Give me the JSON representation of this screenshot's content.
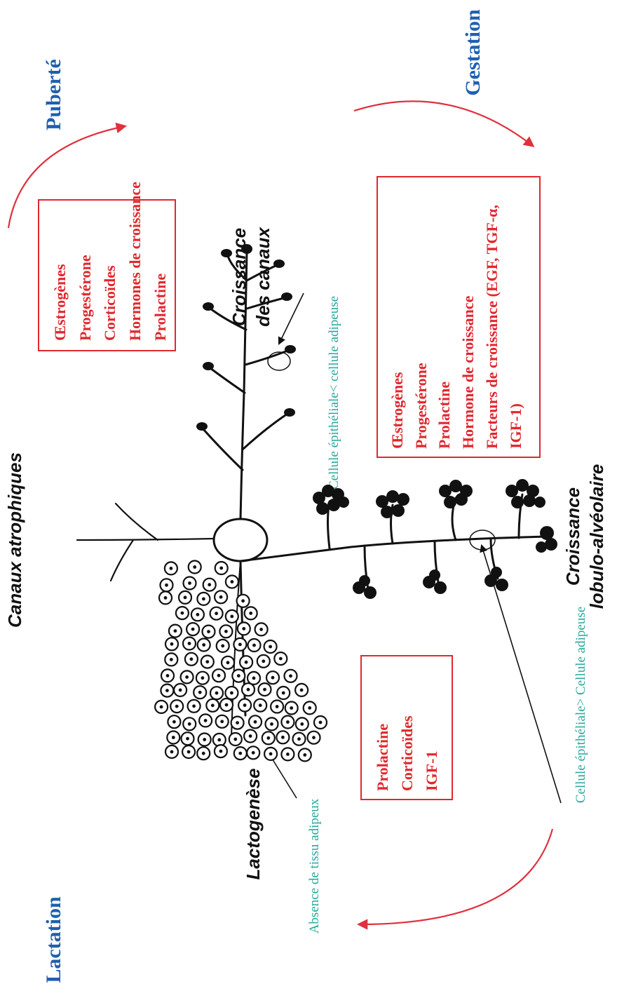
{
  "stages": {
    "puberte": "Puberté",
    "gestation": "Gestation",
    "lactation": "Lactation"
  },
  "structures": {
    "canaux_atrophiques": "Canaux atrophiques",
    "croissance_canaux_1": "Croissance",
    "croissance_canaux_2": "des canaux",
    "croissance_lobulo_1": "Croissance",
    "croissance_lobulo_2": "lobulo-alvéolaire",
    "lactogenese": "Lactogenèse"
  },
  "hormones": {
    "puberte": [
      "Œstrogènes",
      "Progestérone",
      "Corticoïdes",
      "Hormones de croissance",
      "Prolactine"
    ],
    "gestation": [
      "Œstrogènes",
      "Progestérone",
      "Prolactine",
      "Hormone de croissance",
      "Facteurs de croissance (EGF, TGF-α,",
      "IGF-1)"
    ],
    "lactation": [
      "Prolactine",
      "Corticoïdes",
      "IGF-1"
    ]
  },
  "notes": {
    "canaux": "Cellule épithéliale< cellule adipeuse",
    "lobulo": "Cellule épithéliale> Cellule adipeuse",
    "lacto": "Absence de tissu adipeux"
  },
  "colors": {
    "stage": "#1f5fb0",
    "hormone": "#e0282e",
    "note": "#27a99c",
    "arrow": "#e0303e",
    "drawing": "#111111"
  }
}
